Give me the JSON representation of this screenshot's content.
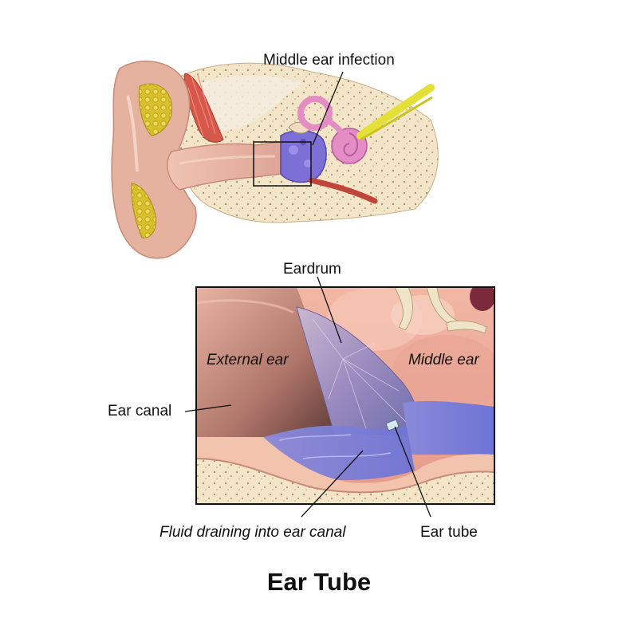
{
  "title": "Ear Tube",
  "labels": {
    "middle_ear_infection": "Middle ear infection",
    "eardrum": "Eardrum",
    "external_ear": "External ear",
    "middle_ear": "Middle ear",
    "ear_canal": "Ear canal",
    "fluid_draining": "Fluid draining into ear canal",
    "ear_tube": "Ear tube"
  },
  "colors": {
    "skin": "#e9b7a6",
    "skin_dark": "#c98b79",
    "bone": "#f1e2c0",
    "infection": "#7c6fd6",
    "cochlea": "#e48cc4",
    "nerve": "#e3e03a",
    "fluid": "#8383e0",
    "eardrum": "#a79cc3",
    "muscle": "#d5584a",
    "fat": "#d9c02e"
  }
}
